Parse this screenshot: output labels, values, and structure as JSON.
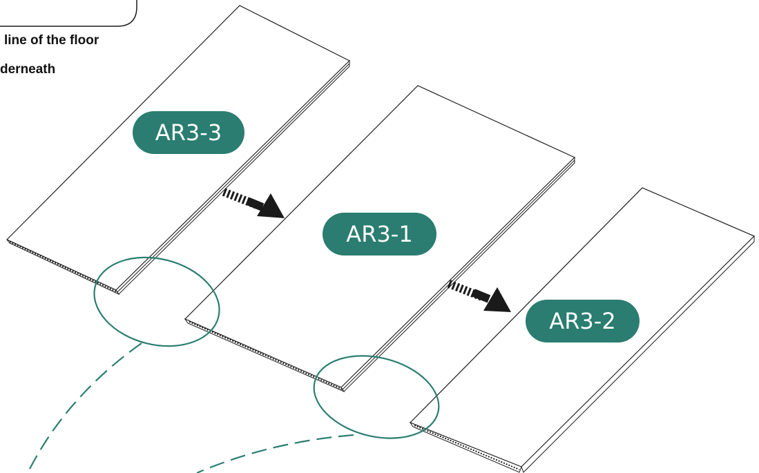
{
  "instruction": {
    "line1": "line of the floor",
    "line2": "derneath"
  },
  "labels": {
    "panel_left": "AR3-3",
    "panel_middle": "AR3-1",
    "panel_right": "AR3-2"
  },
  "colors": {
    "accent": "#2a7d70",
    "line": "#1a1a1a",
    "arrow": "#1a1a1a"
  }
}
